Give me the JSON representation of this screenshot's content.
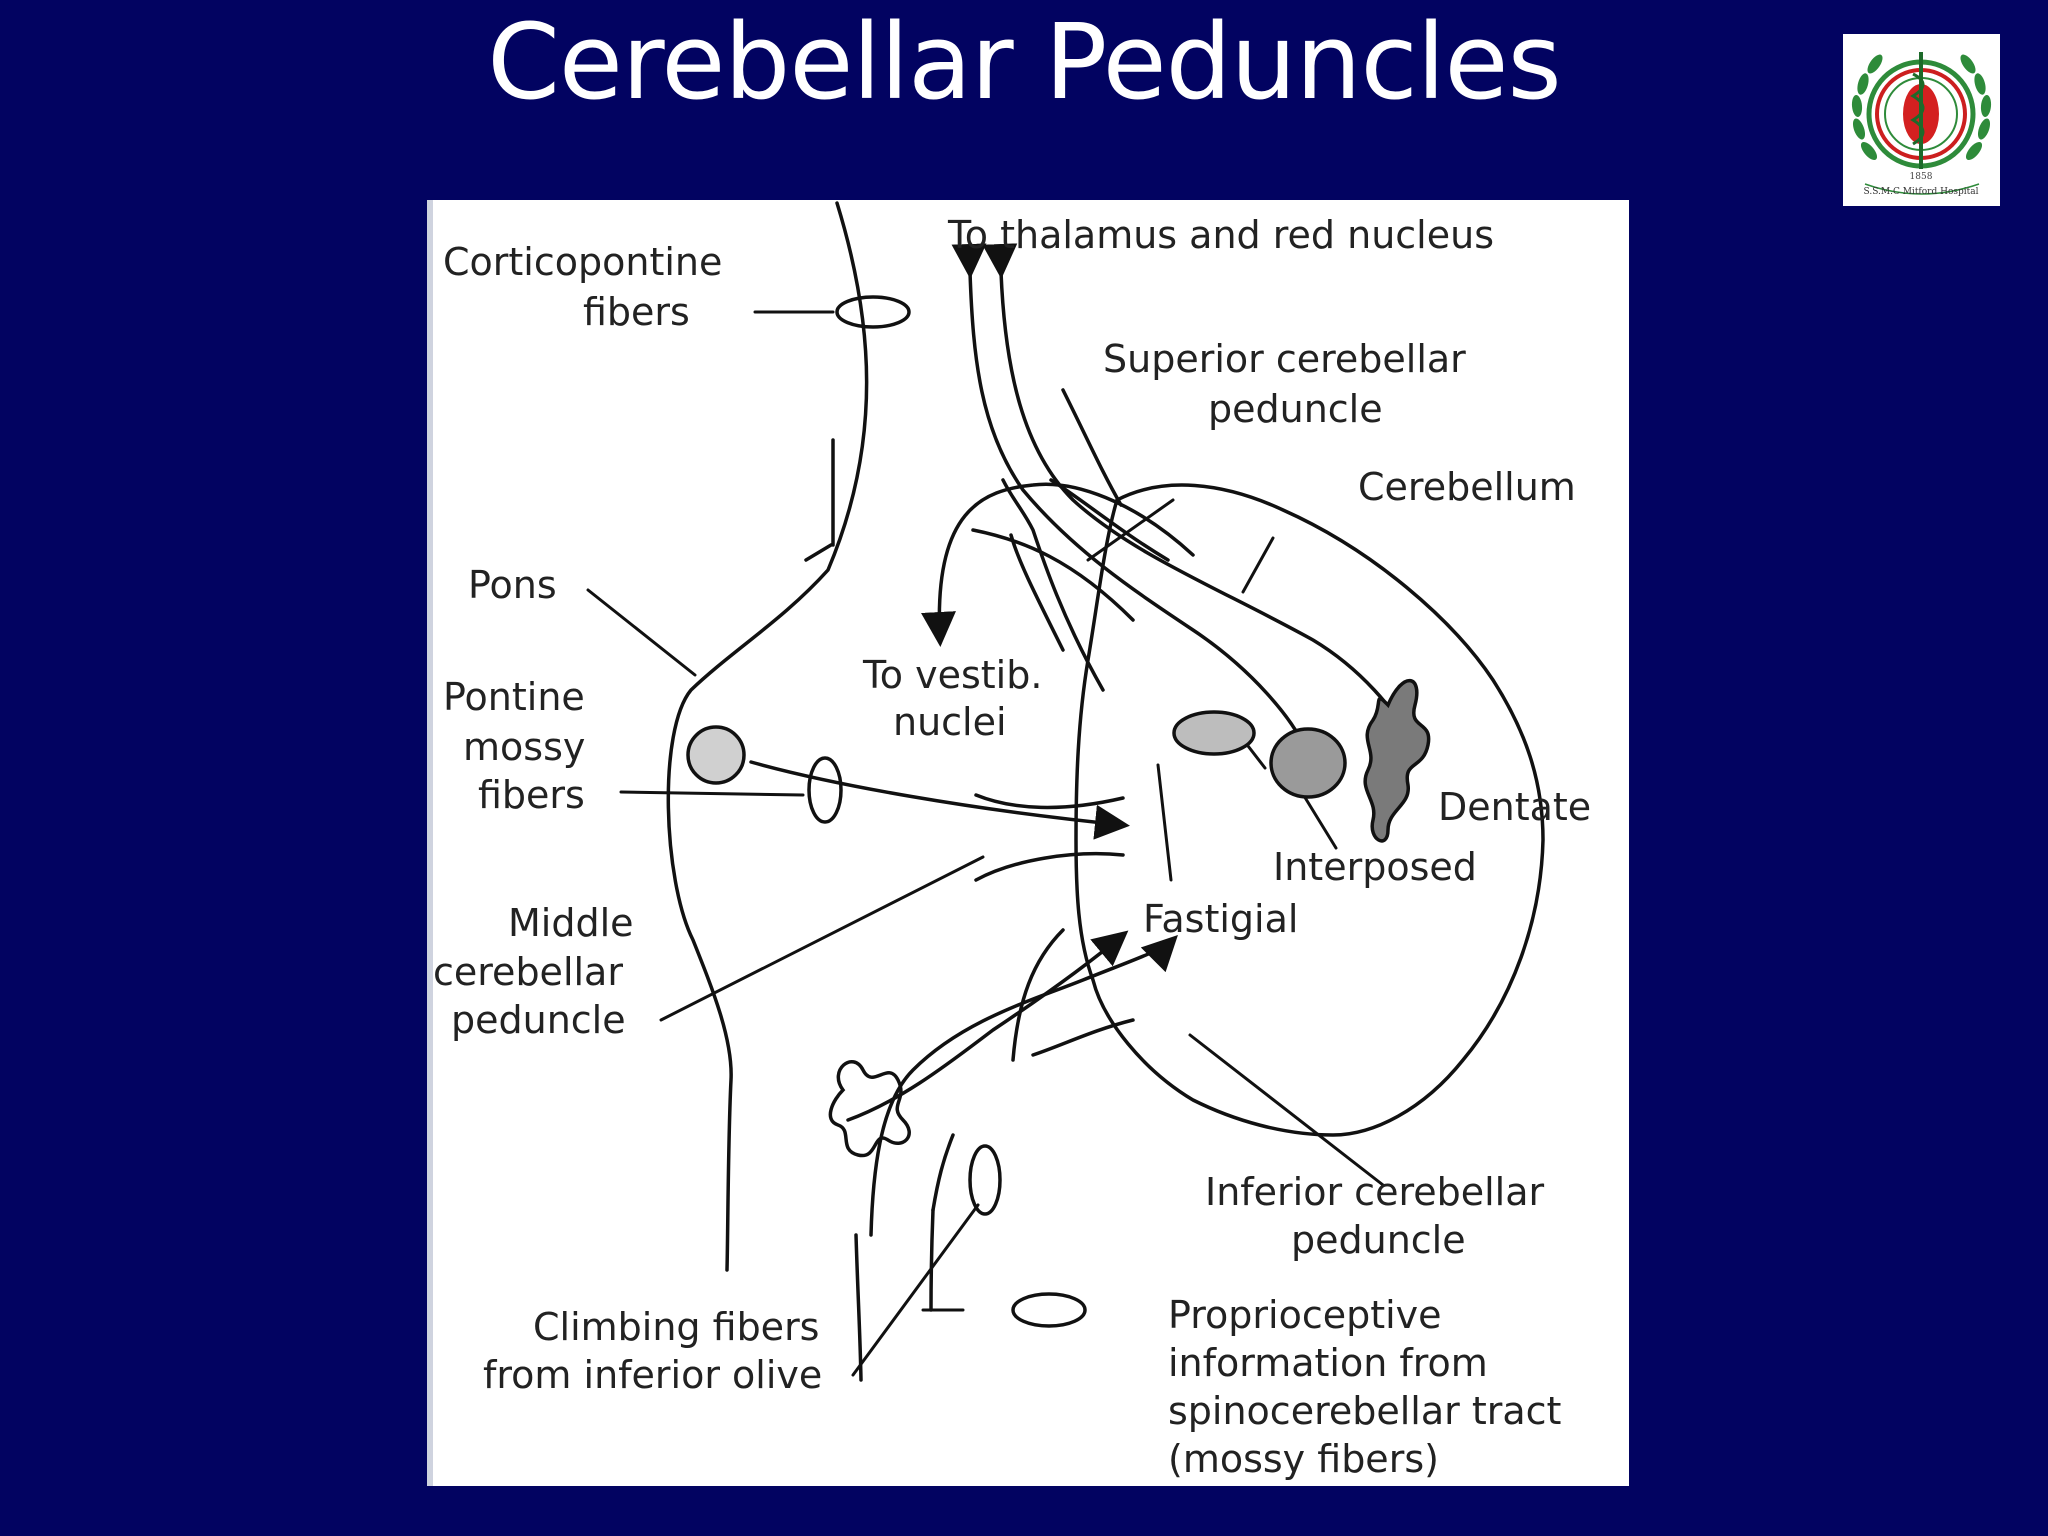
{
  "slide": {
    "title": "Cerebellar Peduncles",
    "background_color": "#020361",
    "title_color": "#ffffff"
  },
  "logo": {
    "year": "1858",
    "text": "S.S.M.C Mitford Hospital",
    "icon": "medical-caduceus-emblem"
  },
  "diagram": {
    "labels": {
      "corticopontine_1": "Corticopontine",
      "corticopontine_2": "fibers",
      "thalamus": "To thalamus and red nucleus",
      "superior_1": "Superior cerebellar",
      "superior_2": "peduncle",
      "cerebellum": "Cerebellum",
      "pons": "Pons",
      "pontine_1": "Pontine",
      "pontine_2": "mossy",
      "pontine_3": "fibers",
      "vestib_1": "To vestib.",
      "vestib_2": "nuclei",
      "dentate": "Dentate",
      "interposed": "Interposed",
      "fastigial": "Fastigial",
      "middle_1": "Middle",
      "middle_2": "cerebellar",
      "middle_3": "peduncle",
      "inferior_1": "Inferior cerebellar",
      "inferior_2": "peduncle",
      "climbing_1": "Climbing fibers",
      "climbing_2": "from inferior olive",
      "proprio_1": "Proprioceptive",
      "proprio_2": "information from",
      "proprio_3": "spinocerebellar tract",
      "proprio_4": "(mossy fibers)"
    }
  }
}
